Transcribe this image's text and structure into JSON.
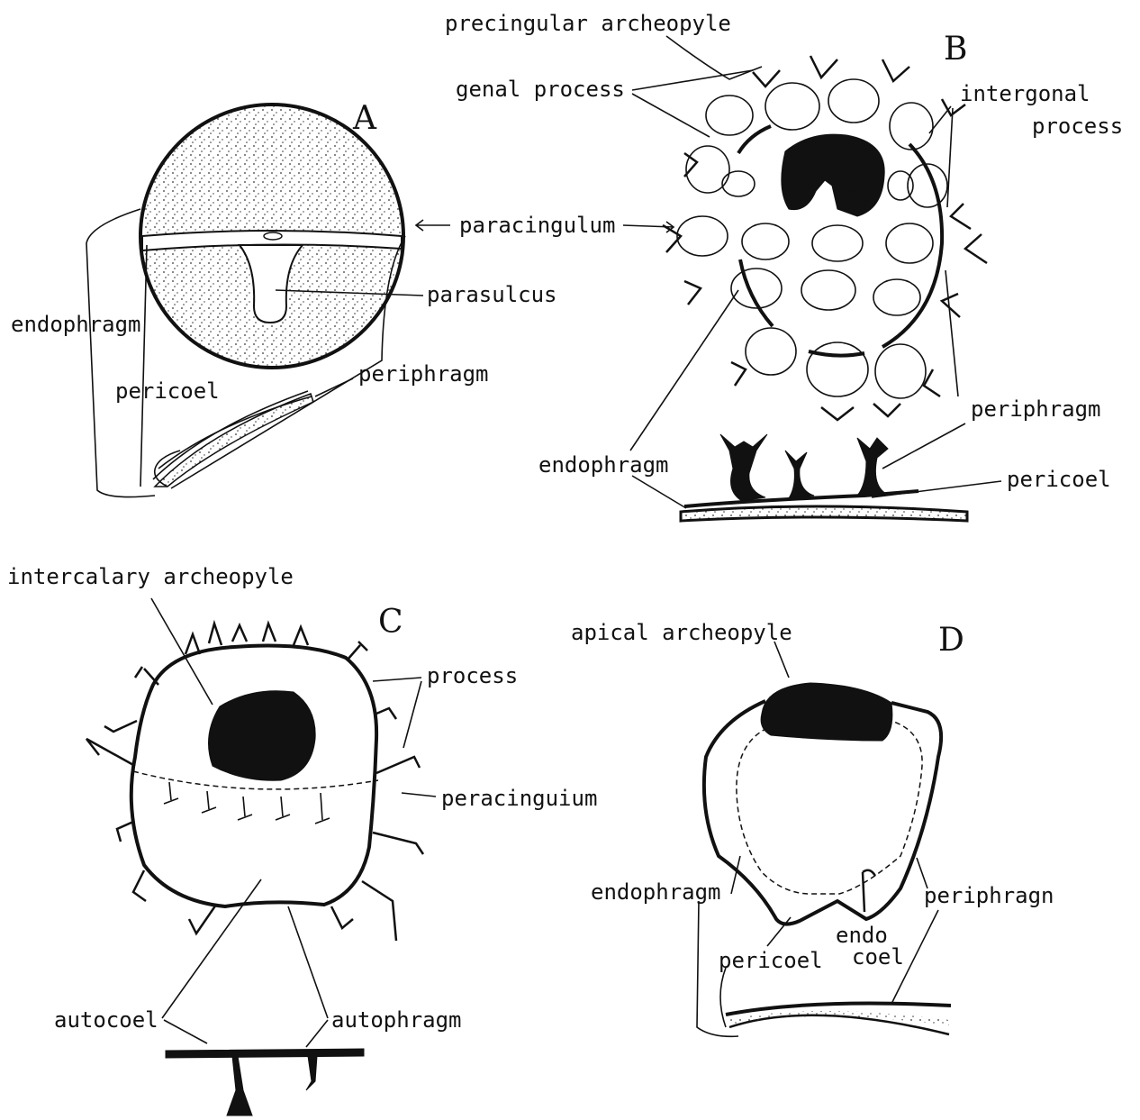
{
  "panels": {
    "a": {
      "letter": "A",
      "labels": {
        "paracingulum": "paracingulum",
        "parasulcus": "parasulcus",
        "endophragm": "endophragm",
        "pericoel": "pericoel",
        "periphragm": "periphragm"
      }
    },
    "b": {
      "letter": "B",
      "labels": {
        "precingular_archeopyle": "precingular archeopyle",
        "genal_process": "genal process",
        "intergonal_1": "intergonal",
        "intergonal_2": "process",
        "periphragm": "periphragm",
        "endophragm": "endophragm",
        "pericoel": "pericoel"
      }
    },
    "c": {
      "letter": "C",
      "labels": {
        "intercalary_archeopyle": "intercalary archeopyle",
        "process": "process",
        "paracingulum": "peracinguium",
        "autocoel": "autocoel",
        "autophragm": "autophragm"
      }
    },
    "d": {
      "letter": "D",
      "labels": {
        "apical_archeopyle": "apical archeopyle",
        "endophragm": "endophragm",
        "periphragm": "periphragn",
        "endocoel_1": "endo",
        "endocoel_2": "coel",
        "pericoel": "pericoel"
      }
    }
  }
}
